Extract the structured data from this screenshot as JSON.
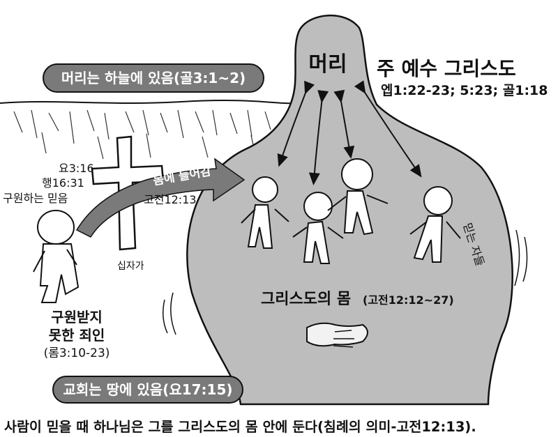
{
  "labels": {
    "head": "머리",
    "lord_title": "주 예수 그리스도",
    "lord_refs": "엡1:22-23; 5:23; 골1:18",
    "head_in_heaven": "머리는 하늘에 있음(골3:1~2)",
    "church_on_earth": "교회는 땅에 있음(요17:15)",
    "ref_john": "요3:16",
    "ref_acts": "행16:31",
    "saving_faith": "구원하는 믿음",
    "into_body": "몸에 들어감",
    "ref_1cor": "고전12:13",
    "cross": "십자가",
    "believers": "믿는 자들",
    "body_of_christ": "그리스도의 몸",
    "body_ref": "(고전12:12~27)",
    "sinner_line1": "구원받지",
    "sinner_line2": "못한 죄인",
    "sinner_ref": "(롬3:10-23)",
    "bottom_caption": "사람이 믿을 때 하나님은 그를 그리스도의 몸 안에 둔다(침례의 의미-고전12:13)."
  },
  "colors": {
    "pill": "#7a7a7a",
    "body_fill": "#bdbdbd",
    "band_fill": "#d6d6d6",
    "ink": "#111111"
  }
}
